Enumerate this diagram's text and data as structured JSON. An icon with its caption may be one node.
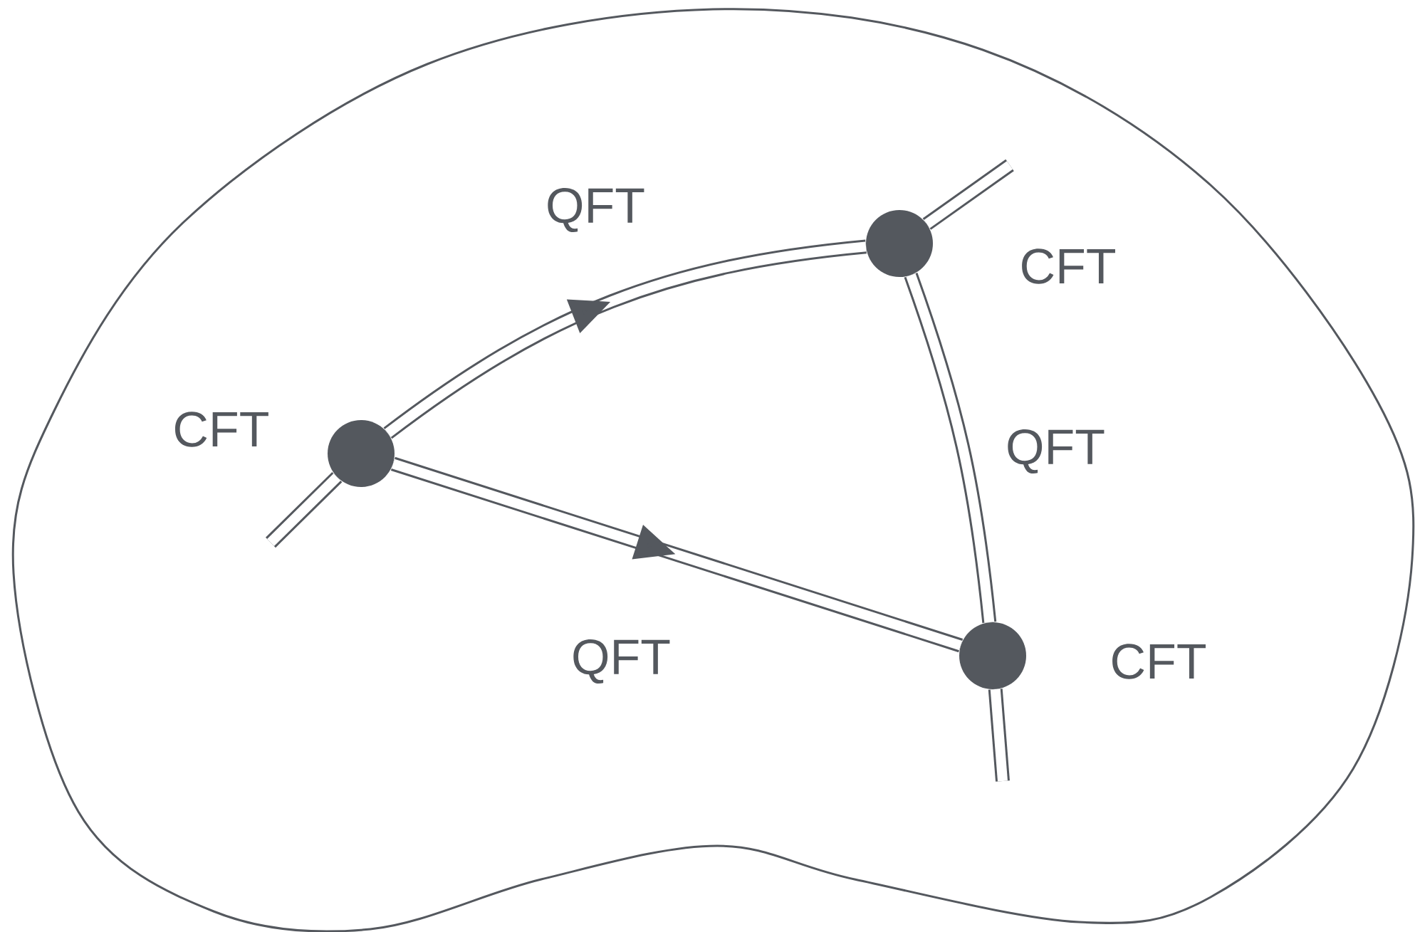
{
  "diagram": {
    "nodes": [
      {
        "text": [],
        "shape": "circle",
        "beside": [
          "CFT"
        ]
      },
      {
        "text": [],
        "shape": "circle",
        "beside": [
          "CFT"
        ]
      },
      {
        "text": [],
        "shape": "circle",
        "beside": [
          "CFT"
        ]
      }
    ],
    "edges": [
      {
        "from": 0,
        "to": 1,
        "arrow": "to",
        "label": "QFT"
      },
      {
        "from": 1,
        "to": 2,
        "arrow": "none",
        "label": "QFT"
      },
      {
        "from": 0,
        "to": 2,
        "arrow": "to",
        "label": "QFT"
      },
      {
        "from": null,
        "to": 0,
        "arrow": "none"
      },
      {
        "from": 1,
        "to": null,
        "arrow": "none"
      },
      {
        "from": 2,
        "to": null,
        "arrow": "none"
      }
    ]
  }
}
